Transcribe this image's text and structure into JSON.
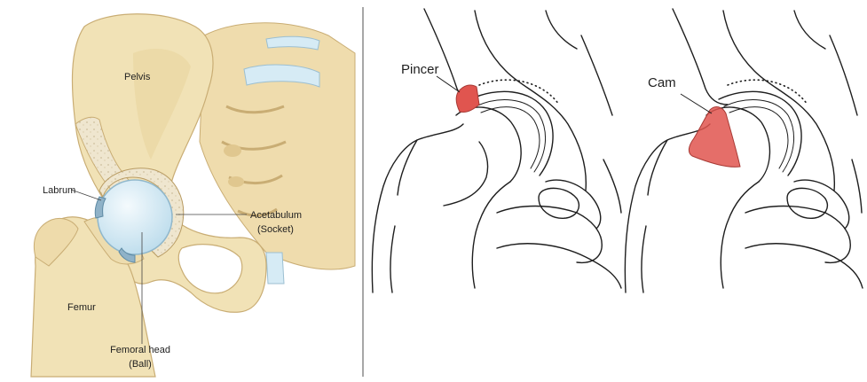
{
  "left_panel": {
    "labels": {
      "pelvis": "Pelvis",
      "labrum": "Labrum",
      "acetabulum_line1": "Acetabulum",
      "acetabulum_line2": "(Socket)",
      "femur": "Femur",
      "femoral_head_line1": "Femoral head",
      "femoral_head_line2": "(Ball)"
    }
  },
  "right_panel": {
    "labels": {
      "pincer": "Pincer",
      "cam": "Cam"
    }
  },
  "colors": {
    "bone_fill": "#f1e2b6",
    "bone_shade": "#dcc38a",
    "cartilage_blue": "#cfe6f2",
    "femoral_head_blue": "#d8ecf6",
    "labrum_blue": "#a9c9dd",
    "impingement_red": "#e0554f",
    "line_art": "#1e1e1e",
    "divider": "#8a8a8a"
  }
}
